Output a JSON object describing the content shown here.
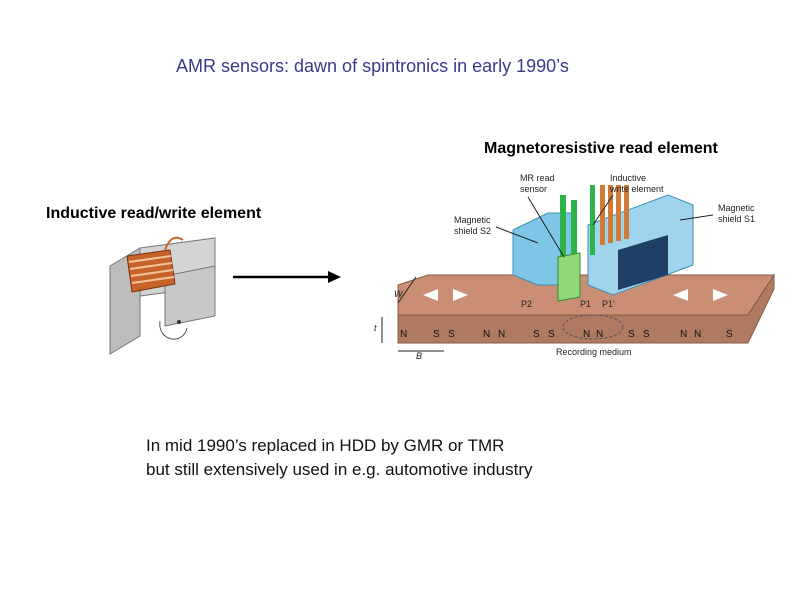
{
  "slide": {
    "title": "AMR sensors: dawn of spintronics in early 1990’s",
    "mr_label": "Magnetoresistive read element",
    "inductive_label": "Inductive read/write element",
    "body_lines": [
      "In mid 1990’s replaced in HDD by GMR or TMR",
      "but still extensively used in e.g. automotive industry"
    ]
  },
  "head_figure": {
    "labels": {
      "mr_read_sensor_1": "MR read",
      "mr_read_sensor_2": "sensor",
      "inductive_write_1": "Inductive",
      "inductive_write_2": "write element",
      "shield_s2_1": "Magnetic",
      "shield_s2_2": "shield S2",
      "shield_s1_1": "Magnetic",
      "shield_s1_2": "shield S1",
      "p2": "P2",
      "p1": "P1",
      "p1prime": "P1’",
      "w": "W",
      "t": "t",
      "b": "B",
      "recording_medium": "Recording medium"
    },
    "poles": [
      "N",
      "S",
      "S",
      "N",
      "N",
      "S",
      "S",
      "N",
      "N",
      "S",
      "S",
      "N",
      "N",
      "S"
    ]
  },
  "colors": {
    "title": "#3a3a8c",
    "medium": "#c98e74",
    "shield": "#7fc6e6",
    "sensor": "#2db34a",
    "coil": "#c8622a"
  }
}
